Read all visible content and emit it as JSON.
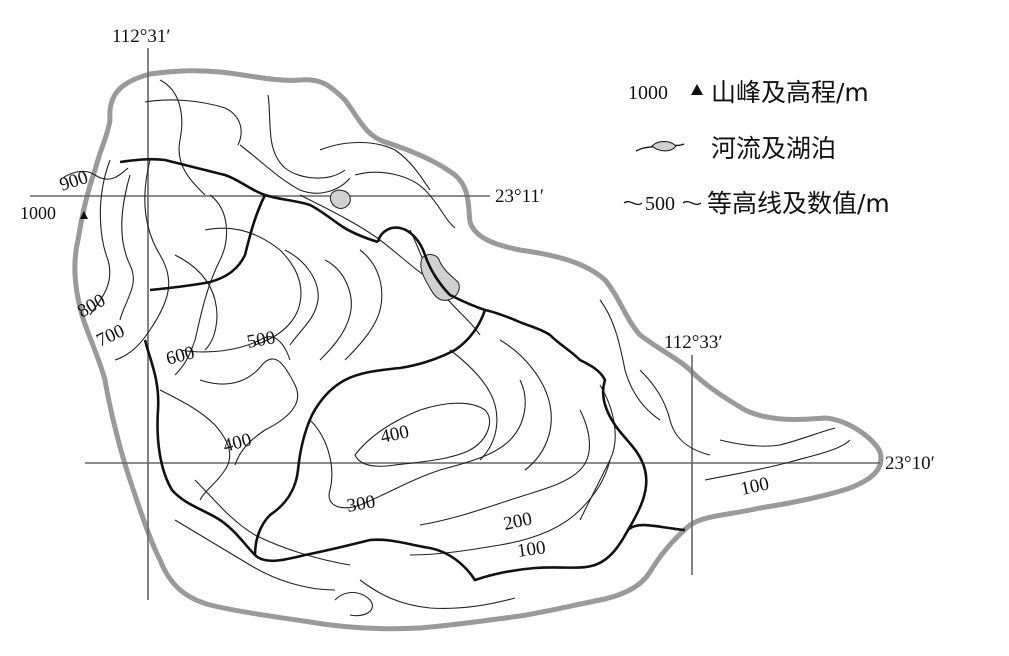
{
  "coordinates": {
    "lon_left": "112°31′",
    "lon_right": "112°33′",
    "lat_top": "23°11′",
    "lat_bottom": "23°10′"
  },
  "peak": {
    "elevation": "1000",
    "symbol": "▲"
  },
  "contours": {
    "c900": "900",
    "c800": "800",
    "c700": "700",
    "c600": "600",
    "c500": "500",
    "c400a": "400",
    "c400b": "400",
    "c300": "300",
    "c200": "200",
    "c100a": "100",
    "c100b": "100"
  },
  "legend": {
    "peak_sample": "1000",
    "peak_label": "山峰及高程/m",
    "river_label": "河流及湖泊",
    "contour_sample": "500",
    "contour_label": "等高线及数值/m"
  },
  "colors": {
    "boundary": "#9a9a9a",
    "lake": "#d0d0d0",
    "line": "#111111"
  }
}
